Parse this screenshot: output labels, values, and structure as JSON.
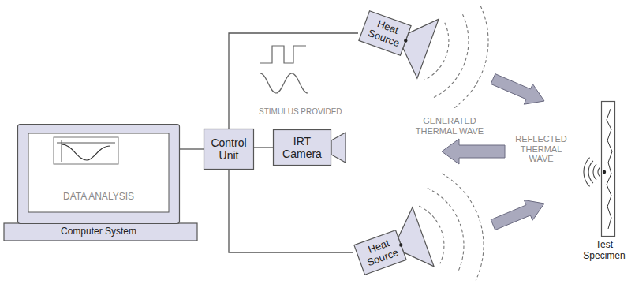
{
  "diagram": {
    "nodes": [
      {
        "text": [
          "DATA ANALYSIS",
          "Computer System"
        ]
      },
      {
        "text": [
          "Control Unit"
        ]
      },
      {
        "text": [
          "Heat Source"
        ]
      },
      {
        "text": [
          "IRT Camera"
        ]
      },
      {
        "text": [
          "Heat Source"
        ]
      },
      {
        "text": [
          "Test Specimen"
        ]
      }
    ],
    "edges": [
      {
        "from": 0,
        "to": 1,
        "arrow": "none"
      },
      {
        "from": 1,
        "to": 2,
        "arrow": "none"
      },
      {
        "from": 1,
        "to": 3,
        "arrow": "none"
      },
      {
        "from": 1,
        "to": 4,
        "arrow": "none"
      }
    ],
    "labels": [
      "STIMULUS PROVIDED",
      "GENERATED THERMAL WAVE",
      "REFLECTED THERMAL WAVE"
    ]
  }
}
